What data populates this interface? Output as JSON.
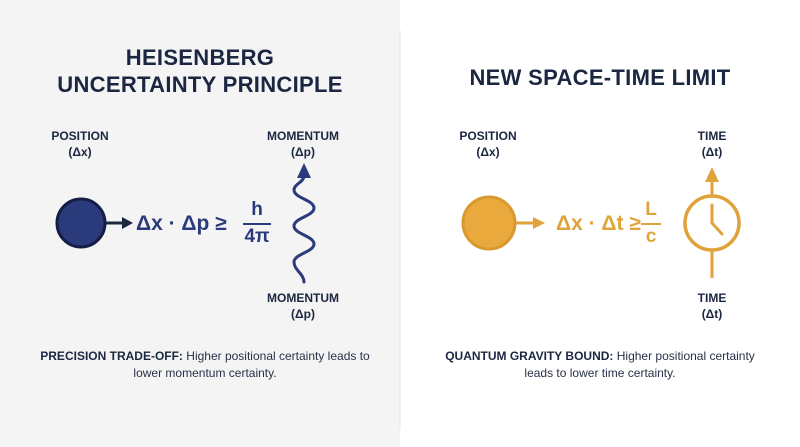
{
  "left": {
    "title_line1": "HEISENBERG",
    "title_line2": "UNCERTAINTY PRINCIPLE",
    "position_label": "POSITION",
    "position_symbol": "(Δx)",
    "momentum_top_label": "MOMENTUM",
    "momentum_top_symbol": "(Δp)",
    "momentum_bottom_label": "MOMENTUM",
    "momentum_bottom_symbol": "(Δp)",
    "equation_lhs": "Δx · Δp ≥",
    "equation_numerator": "h",
    "equation_denominator": "4π",
    "caption_bold": "PRECISION TRADE-OFF:",
    "caption_rest": " Higher positional certainty leads to lower momentum certainty.",
    "color": "#2b3a7a"
  },
  "right": {
    "title": "NEW SPACE-TIME LIMIT",
    "position_label": "POSITION",
    "position_symbol": "(Δx)",
    "time_top_label": "TIME",
    "time_top_symbol": "(Δt)",
    "time_bottom_label": "TIME",
    "time_bottom_symbol": "(Δt)",
    "equation_lhs": "Δx · Δt ≥",
    "equation_numerator": "L",
    "equation_denominator": "c",
    "caption_bold": "QUANTUM GRAVITY BOUND:",
    "caption_rest": " Higher positional certainty leads to lower time certainty.",
    "color": "#e0a33a"
  },
  "icons": {
    "left_particle": "particle-circle-icon",
    "wave": "wave-icon",
    "clock": "clock-icon",
    "right_particle": "particle-circle-icon"
  }
}
